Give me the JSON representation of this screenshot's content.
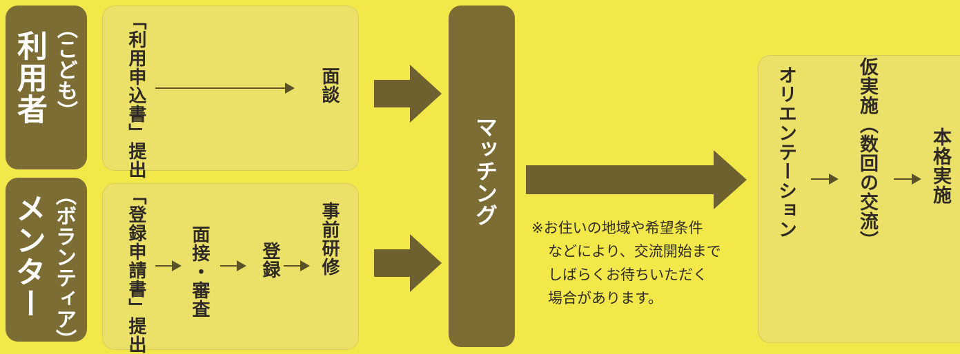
{
  "user": {
    "label_sub": "（こども）",
    "label_main": "利用者",
    "steps": [
      "「利用申込書」提出",
      "面談"
    ]
  },
  "mentor": {
    "label_sub": "（ボランティア）",
    "label_main": "メンター",
    "steps": [
      "「登録申請書」提出",
      "面接・審査",
      "登録",
      "事前研修"
    ]
  },
  "matching": {
    "label": "マッチング"
  },
  "note": {
    "lines": [
      "※お住いの地域や希望条件",
      "などにより、交流開始まで",
      "しばらくお待ちいただく",
      "場合があります。"
    ]
  },
  "flow": {
    "steps": [
      "オリエンテーション",
      "仮実施（数回の交流）",
      "本格実施"
    ]
  },
  "colors": {
    "background": "#f2e84a",
    "dark_box": "#7c6d35",
    "arrow": "#6e6130"
  }
}
